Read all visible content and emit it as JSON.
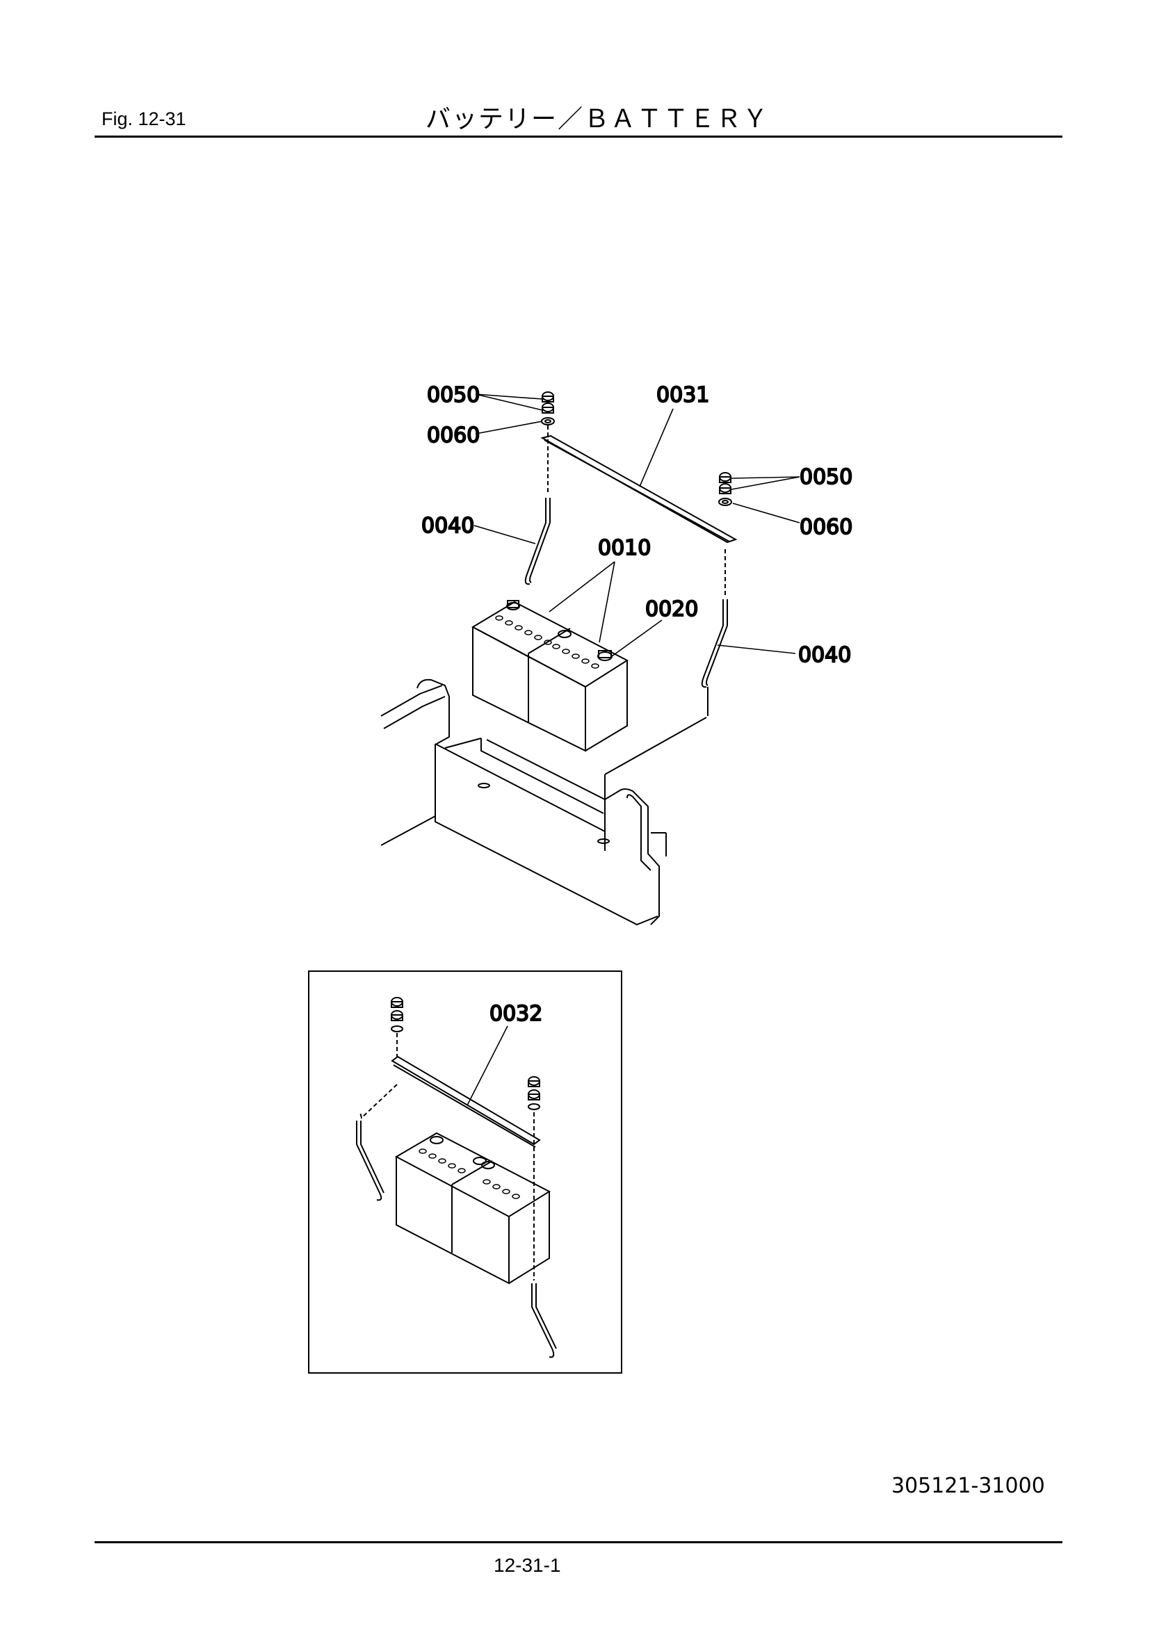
{
  "header": {
    "fig_label": "Fig.  12-31",
    "title": "バッテリー／ＢＡＴＴＥＲＹ"
  },
  "callouts": {
    "nut_top_left": "0050",
    "washer_top_left": "0060",
    "bar": "0031",
    "nut_right": "0050",
    "washer_right": "0060",
    "rod_left": "0040",
    "battery": "0010",
    "terminal": "0020",
    "rod_right": "0040",
    "bar_alt": "0032"
  },
  "footer": {
    "drawing_number": "305121-31000",
    "page_number": "12-31-1"
  }
}
